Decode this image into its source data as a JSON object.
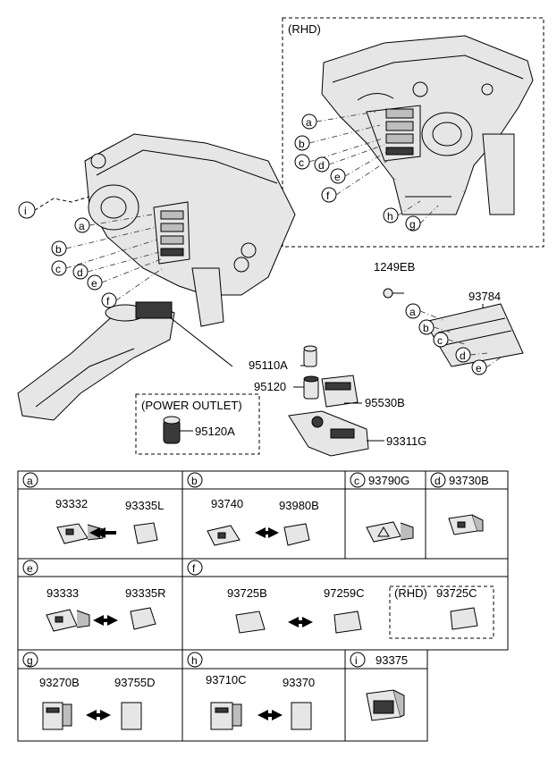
{
  "diagram": {
    "rhd_label": "(RHD)",
    "callout_letters": {
      "a": "a",
      "b": "b",
      "c": "c",
      "d": "d",
      "e": "e",
      "f": "f",
      "g": "g",
      "h": "h",
      "i": "i"
    },
    "parts": {
      "p1249EB": "1249EB",
      "p93784": "93784",
      "p95110A": "95110A",
      "p95120": "95120",
      "p95530B": "95530B",
      "p93311G": "93311G",
      "power_outlet": "(POWER OUTLET)",
      "p95120A": "95120A"
    }
  },
  "table": {
    "row1": {
      "a": {
        "letter": "a",
        "left": "93332",
        "right": "93335L"
      },
      "b": {
        "letter": "b",
        "left": "93740",
        "right": "93980B"
      },
      "c": {
        "letter": "c",
        "code": "93790G"
      },
      "d": {
        "letter": "d",
        "code": "93730B"
      }
    },
    "row2": {
      "e": {
        "letter": "e",
        "left": "93333",
        "right": "93335R"
      },
      "f": {
        "letter": "f",
        "left": "93725B",
        "mid": "97259C",
        "rhd": "(RHD)",
        "right": "93725C"
      }
    },
    "row3": {
      "g": {
        "letter": "g",
        "left": "93270B",
        "right": "93755D"
      },
      "h": {
        "letter": "h",
        "left": "93710C",
        "right": "93370"
      },
      "i": {
        "letter": "i",
        "code": "93375"
      }
    }
  }
}
